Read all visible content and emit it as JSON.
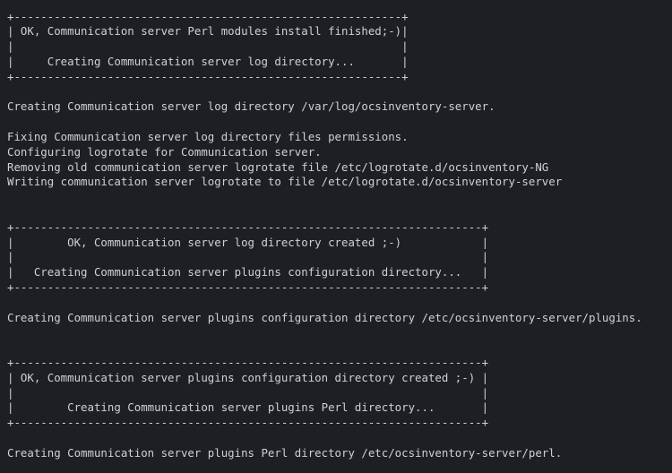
{
  "terminal": {
    "lines": [
      "+----------------------------------------------------------+",
      "| OK, Communication server Perl modules install finished;-)|",
      "|                                                          |",
      "|     Creating Communication server log directory...       |",
      "+----------------------------------------------------------+",
      "",
      "Creating Communication server log directory /var/log/ocsinventory-server.",
      "",
      "Fixing Communication server log directory files permissions.",
      "Configuring logrotate for Communication server.",
      "Removing old communication server logrotate file /etc/logrotate.d/ocsinventory-NG",
      "Writing communication server logrotate to file /etc/logrotate.d/ocsinventory-server",
      "",
      "",
      "+----------------------------------------------------------------------+",
      "|        OK, Communication server log directory created ;-)            |",
      "|                                                                      |",
      "|   Creating Communication server plugins configuration directory...   |",
      "+----------------------------------------------------------------------+",
      "",
      "Creating Communication server plugins configuration directory /etc/ocsinventory-server/plugins.",
      "",
      "",
      "+----------------------------------------------------------------------+",
      "| OK, Communication server plugins configuration directory created ;-) |",
      "|                                                                      |",
      "|        Creating Communication server plugins Perl directory...       |",
      "+----------------------------------------------------------------------+",
      "",
      "Creating Communication server plugins Perl directory /etc/ocsinventory-server/perl."
    ]
  }
}
